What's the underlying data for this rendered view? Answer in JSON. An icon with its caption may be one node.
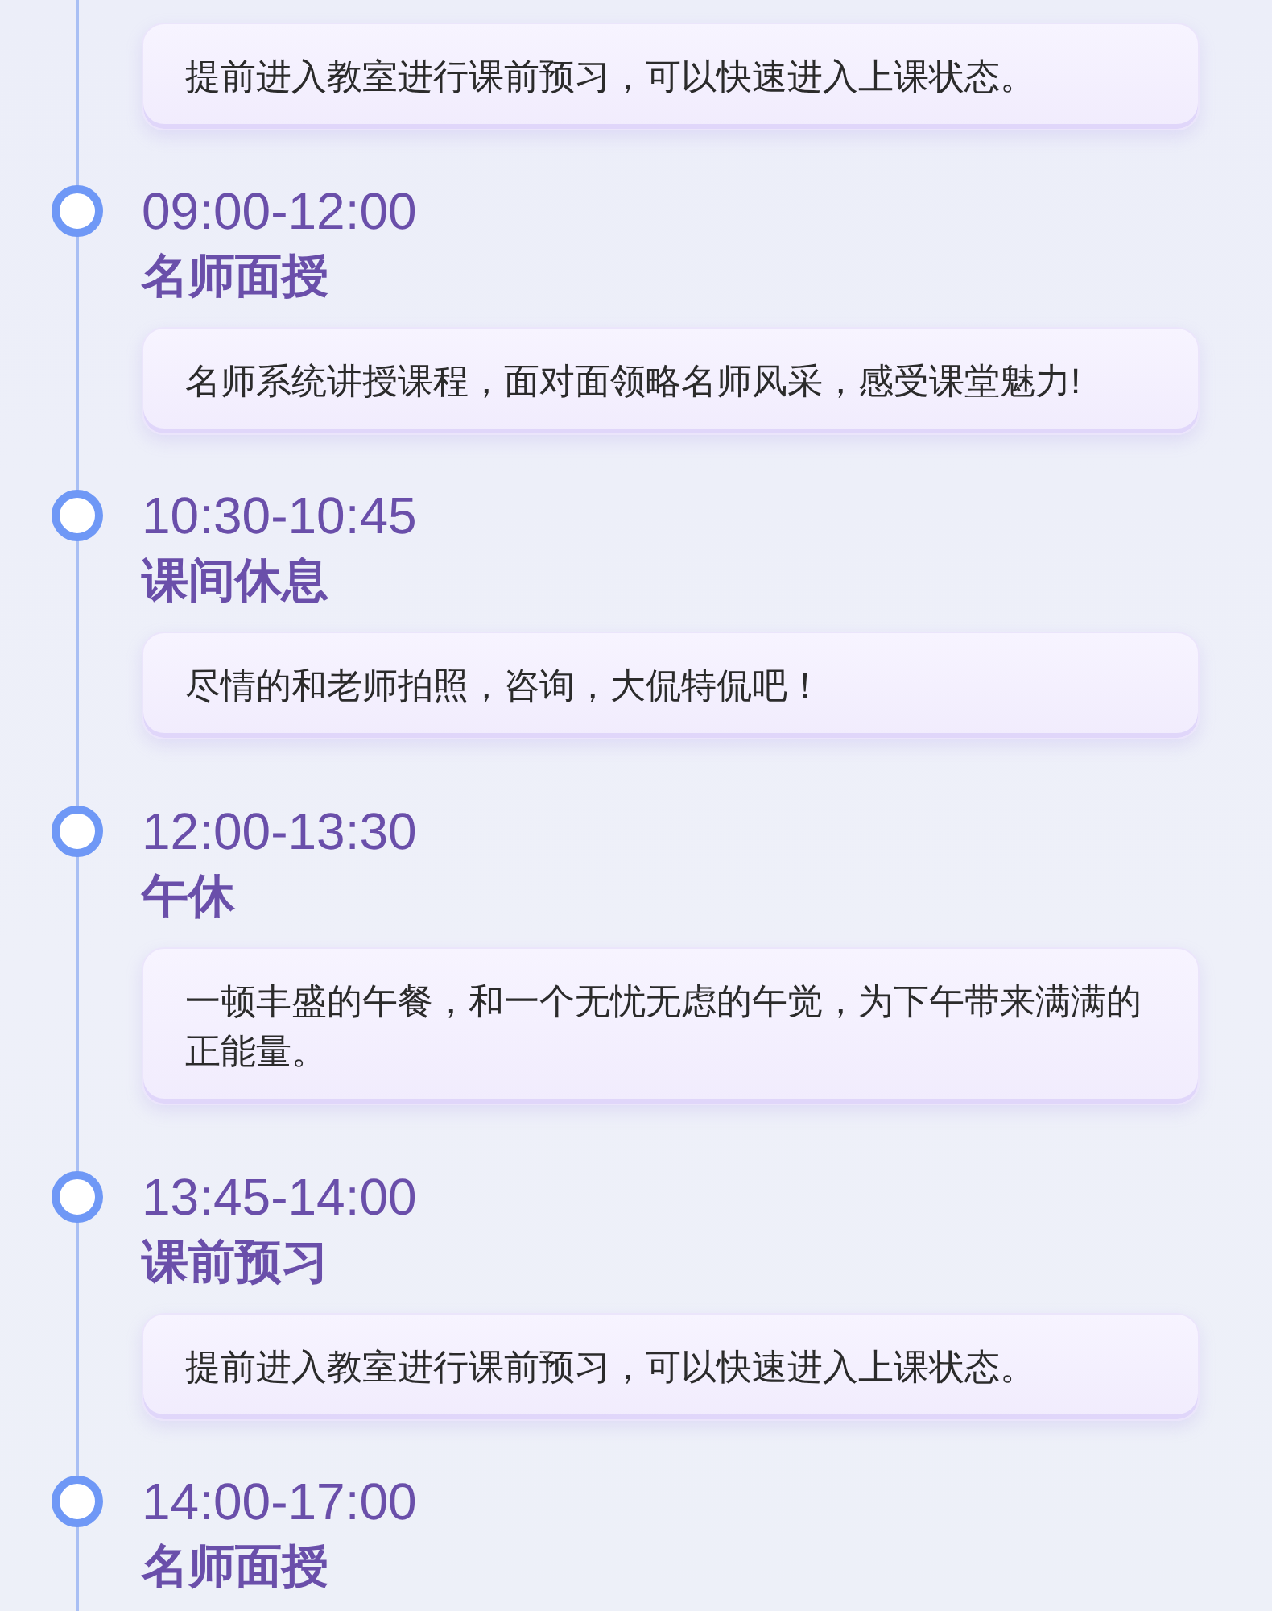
{
  "diagram": {
    "nodes": [
      {
        "text": [
          "提前进入教室进行课前预习，可以快速进入上课状态。"
        ]
      },
      {
        "text": [
          "09:00-12:00",
          "名师面授",
          "名师系统讲授课程，面对面领略名师风采，感受课堂魅力!"
        ]
      },
      {
        "text": [
          "10:30-10:45",
          "课间休息",
          "尽情的和老师拍照，咨询，大侃特侃吧！"
        ]
      },
      {
        "text": [
          "12:00-13:30",
          "午休",
          "一顿丰盛的午餐，和一个无忧无虑的午觉，为下午带来满满的正能量。"
        ]
      },
      {
        "text": [
          "13:45-14:00",
          "课前预习",
          "提前进入教室进行课前预习，可以快速进入上课状态。"
        ]
      }
    ],
    "labels": [
      "14:00-17:00",
      "名师面授"
    ]
  }
}
